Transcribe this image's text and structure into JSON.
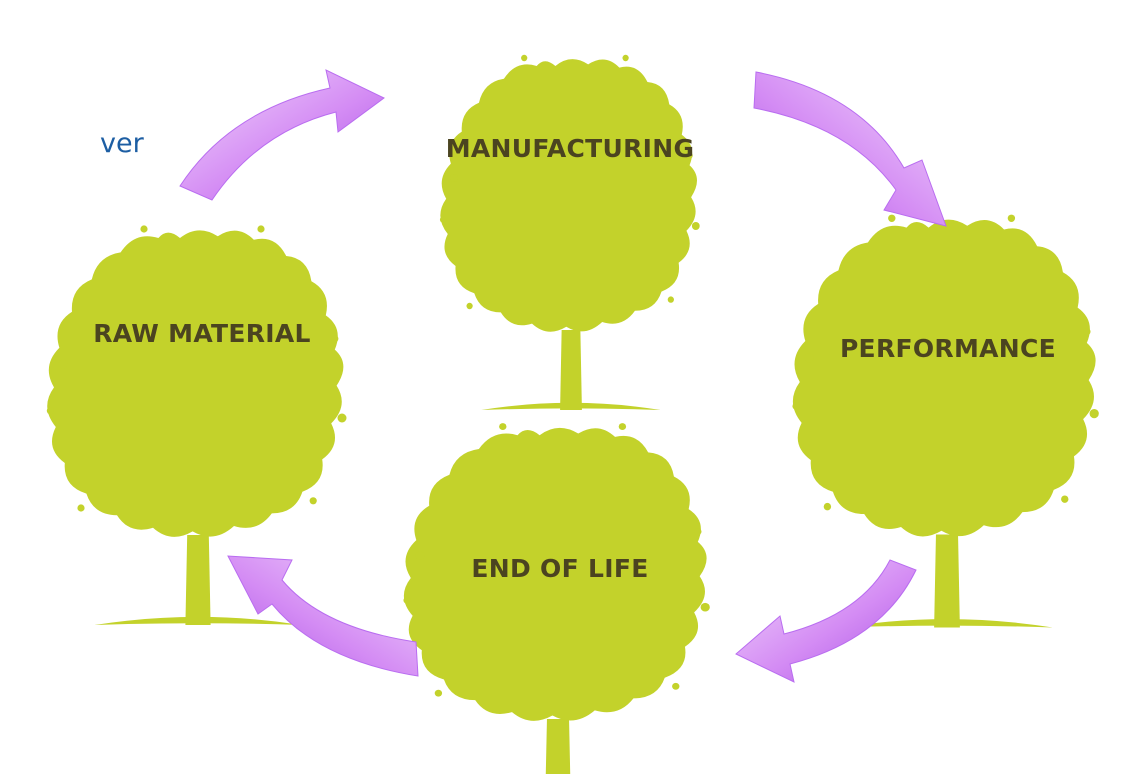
{
  "fragment_text": "ver",
  "stages": [
    {
      "id": "manufacturing",
      "label": "MANUFACTURING"
    },
    {
      "id": "raw-material",
      "label": "RAW MATERIAL"
    },
    {
      "id": "performance",
      "label": "PERFORMANCE"
    },
    {
      "id": "end-of-life",
      "label": "END OF LIFE"
    }
  ],
  "colors": {
    "tree": "#c3d22b",
    "label": "#4b4420",
    "arrow_light": "#efd0fb",
    "arrow_dark": "#a54fe3",
    "fragment": "#1d5ea3"
  }
}
